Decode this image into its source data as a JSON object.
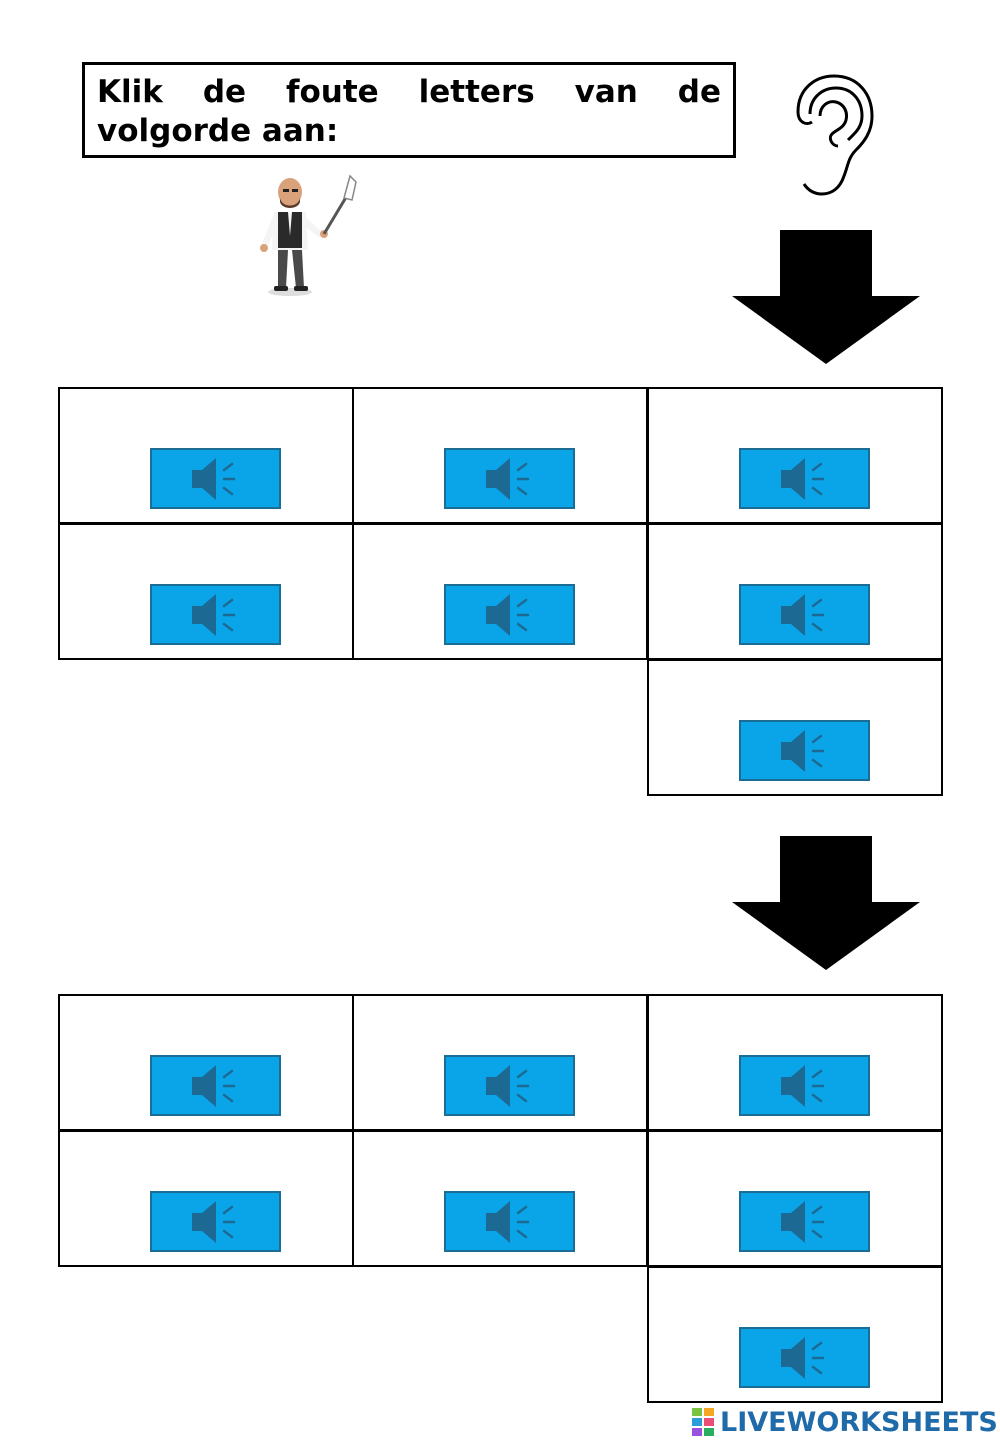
{
  "instruction": "Klik de foute letters van de volgorde aan:",
  "branding": {
    "logo_text": "LIVEWORKSHEETS"
  },
  "icons": {
    "ear": "ear-icon",
    "teacher": "teacher-illustration",
    "arrow": "down-arrow-icon",
    "speaker": "speaker-icon"
  },
  "colors": {
    "button_fill": "#0aa5e8",
    "button_border": "#1b6d94",
    "speaker": "#1c6a94",
    "logo": "#1f6aa8"
  },
  "grids": [
    {
      "rows": 3,
      "cols": 3,
      "cells_per_row": [
        3,
        3,
        1
      ],
      "sound_buttons": 7
    },
    {
      "rows": 3,
      "cols": 3,
      "cells_per_row": [
        3,
        3,
        1
      ],
      "sound_buttons": 7
    }
  ]
}
